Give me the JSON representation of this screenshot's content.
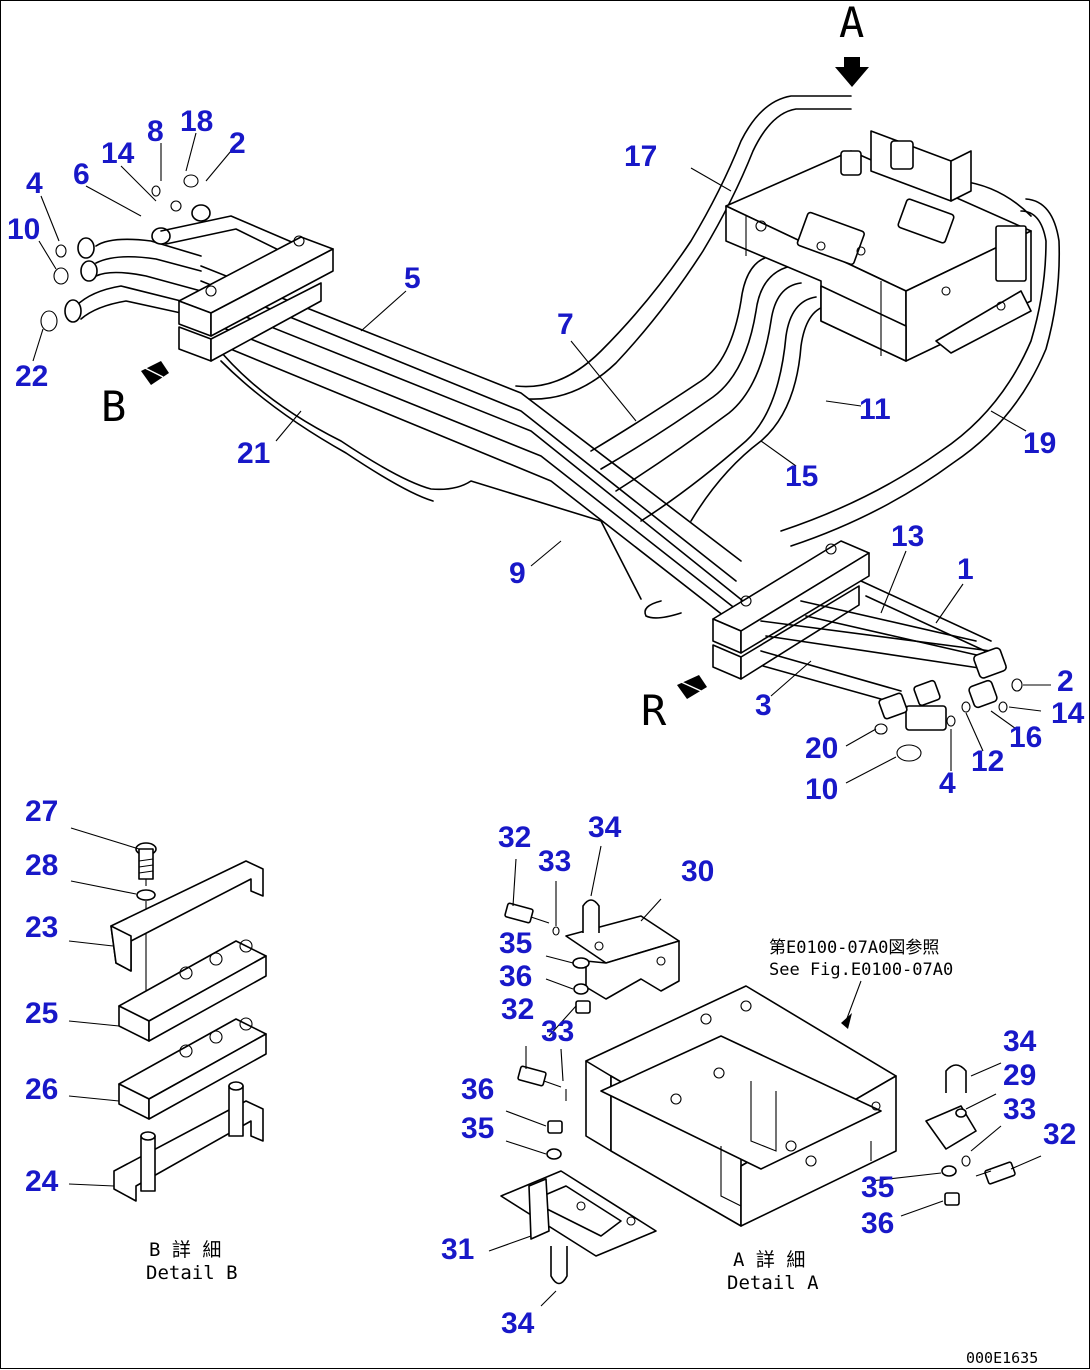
{
  "view_labels": {
    "a": "A",
    "b": "B",
    "r": "R"
  },
  "detail_b": {
    "jp": "B 詳 細",
    "en": "Detail B"
  },
  "detail_a": {
    "jp": "A 詳 細",
    "en": "Detail A"
  },
  "ref_note": {
    "jp": "第E0100-07A0図参照",
    "en": "See Fig.E0100-07A0"
  },
  "drawing_code": "000E1635",
  "callouts": [
    "1",
    "2",
    "2",
    "3",
    "4",
    "4",
    "5",
    "6",
    "7",
    "8",
    "9",
    "10",
    "10",
    "11",
    "12",
    "13",
    "14",
    "14",
    "15",
    "16",
    "17",
    "18",
    "19",
    "20",
    "21",
    "22",
    "23",
    "24",
    "25",
    "26",
    "27",
    "28",
    "29",
    "30",
    "31",
    "32",
    "32",
    "32",
    "33",
    "33",
    "33",
    "34",
    "34",
    "34",
    "35",
    "35",
    "35",
    "36",
    "36",
    "36"
  ]
}
